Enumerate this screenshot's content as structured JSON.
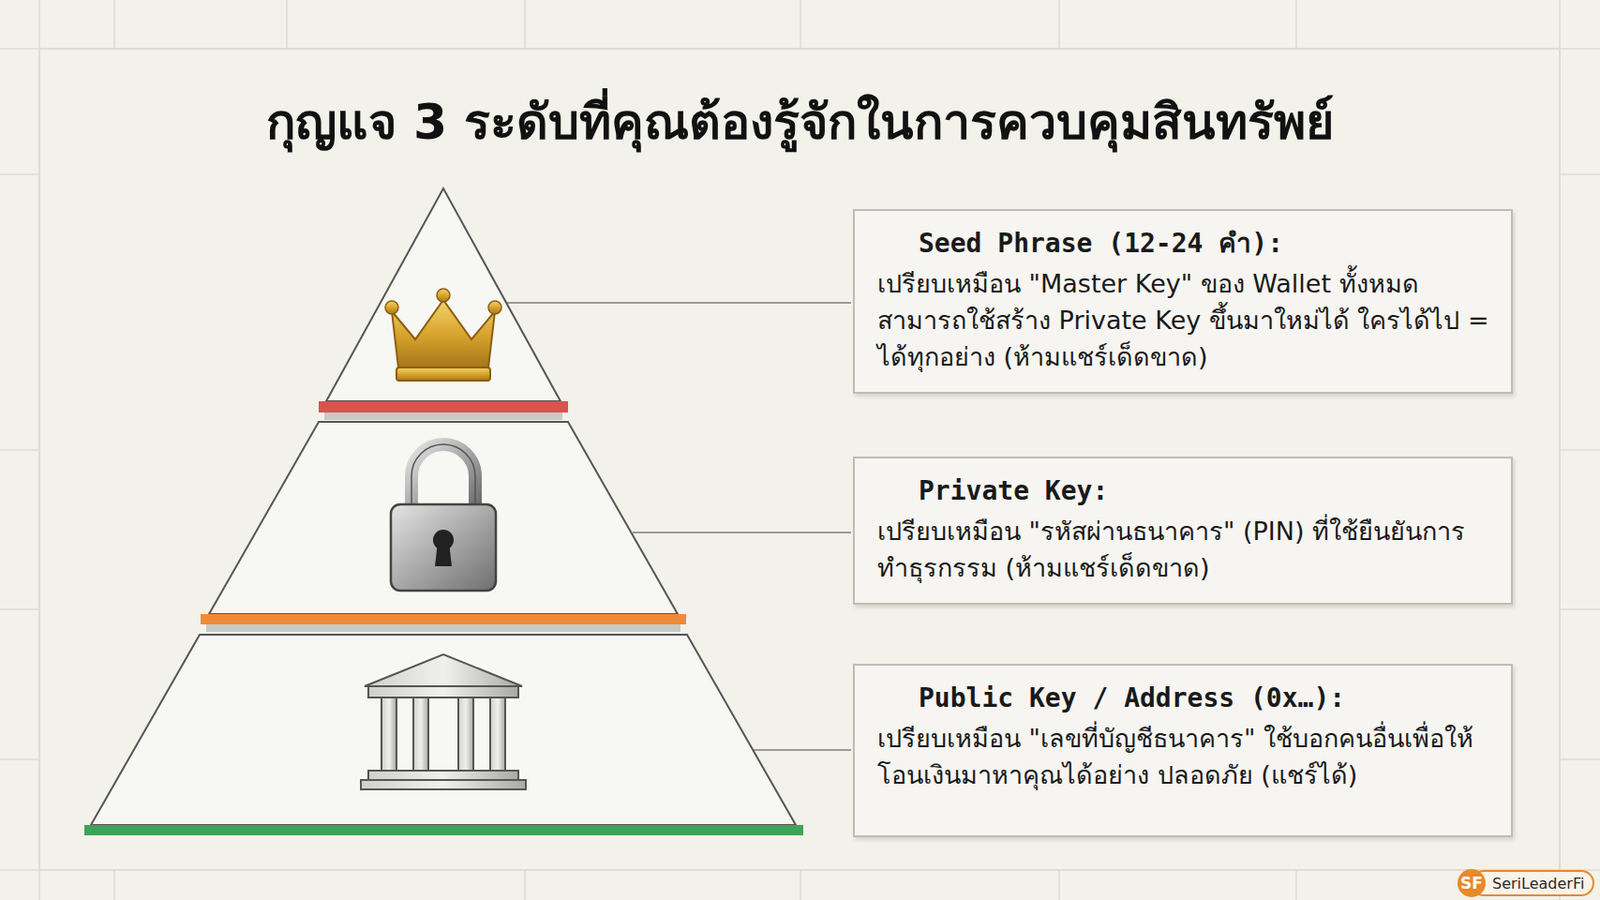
{
  "diagram": {
    "title": "กุญแจ 3 ระดับที่คุณต้องรู้จักในการควบคุมสินทรัพย์",
    "nodes": [
      {
        "text": [
          "Seed Phrase (12-24 คำ):",
          "เปรียบเหมือน \"Master Key\" ของ Wallet ทั้งหมด สามารถใช้สร้าง Private Key ขึ้นมาใหม่ได้ ใครได้ไป = ได้ทุกอย่าง (ห้ามแชร์เด็ดขาด)"
        ]
      },
      {
        "text": [
          "Private Key:",
          "เปรียบเหมือน \"รหัสผ่านธนาคาร\" (PIN) ที่ใช้ยืนยันการทำธุรกรรม (ห้ามแชร์เด็ดขาด)"
        ]
      },
      {
        "text": [
          "Public Key / Address (0x…):",
          "เปรียบเหมือน \"เลขที่บัญชีธนาคาร\" ใช้บอกคนอื่นเพื่อให้โอนเงินมาหาคุณได้อย่าง ปลอดภัย (แชร์ได้)"
        ]
      }
    ],
    "labels": [
      "SF",
      "SeriLeaderFi"
    ]
  }
}
